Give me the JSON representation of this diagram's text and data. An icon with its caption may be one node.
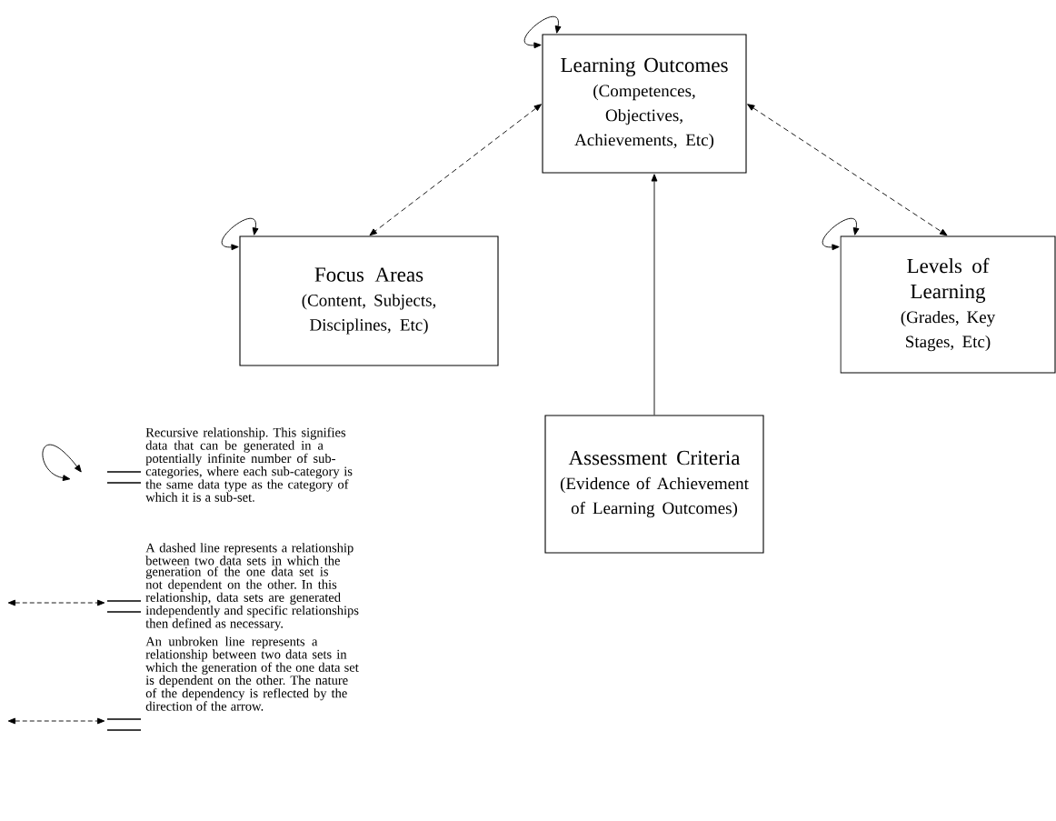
{
  "diagram": {
    "nodes": [
      {
        "text": [
          "Learning Outcomes",
          "(Competences, Objectives, Achievements, Etc)"
        ]
      },
      {
        "text": [
          "Focus Areas",
          "(Content, Subjects, Disciplines, Etc)"
        ]
      },
      {
        "text": [
          "Levels of Learning",
          "(Grades, Key Stages, Etc)"
        ]
      },
      {
        "text": [
          "Assessment Criteria",
          "(Evidence of Achievement of Learning Outcomes)"
        ]
      }
    ],
    "edges": [
      {
        "from": 0,
        "to": 0,
        "arrow": "both"
      },
      {
        "from": 1,
        "to": 1,
        "arrow": "both"
      },
      {
        "from": 2,
        "to": 2,
        "arrow": "both"
      },
      {
        "from": 0,
        "to": 1,
        "arrow": "both",
        "style": "dashed"
      },
      {
        "from": 0,
        "to": 2,
        "arrow": "both",
        "style": "dashed"
      },
      {
        "from": 3,
        "to": 0,
        "arrow": "to"
      }
    ],
    "legend": [
      {
        "text": "Recursive relationship. This signifies data that can be generated in a potentially infinite number of sub-categories, where each sub-category is the same data type as the category of which it is a sub-set."
      },
      {
        "text": "A dashed line represents a relationship between two data sets in which the generation of the one data set is not dependent on the other. In this relationship, data sets are generated independently and specific relationships then defined as necessary."
      },
      {
        "text": "An unbroken line represents a relationship between two data sets in which the generation of the one data set is dependent on the other. The nature of the dependency is reflected by the direction of the arrow."
      }
    ]
  }
}
